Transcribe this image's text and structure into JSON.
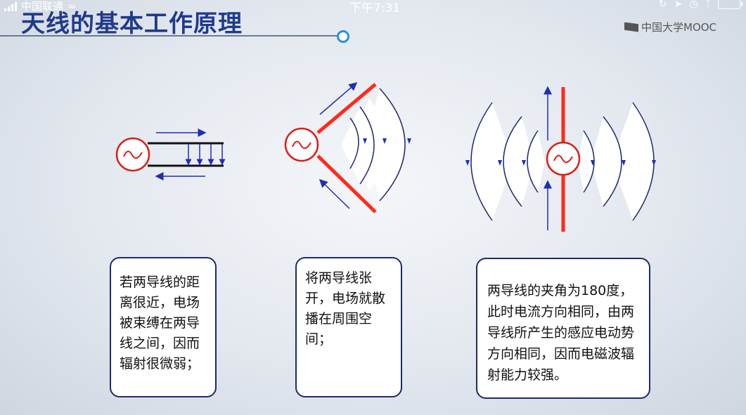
{
  "status_bar": {
    "carrier": "中国联通",
    "time": "下午7:31"
  },
  "slide": {
    "title": "天线的基本工作原理",
    "logo_text": "中国大学MOOC",
    "accent_color": "#1f3a8c",
    "antenna_color": "#ff2a1a"
  },
  "panels": [
    {
      "text": "若两导线的距离很近，电场被束缚在两导线之间，因而辐射很微弱；"
    },
    {
      "text": "将两导线张开，电场就散播在周围空间；"
    },
    {
      "text": "两导线的夹角为180度，此时电流方向相同，由两导线所产生的感应电动势方向相同，因而电磁波辐射能力较强。"
    }
  ]
}
